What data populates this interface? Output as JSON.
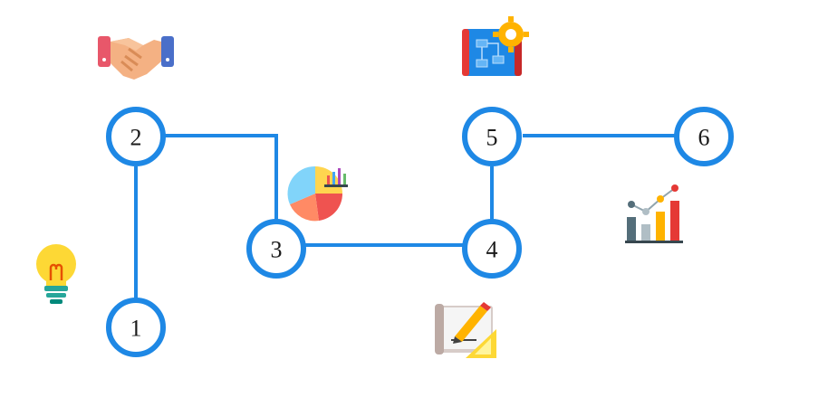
{
  "diagram": {
    "colors": {
      "line": "#1e88e5",
      "node_stroke": "#1e88e5",
      "node_fill": "#ffffff",
      "label": "#1a1a1a"
    },
    "nodes": [
      {
        "id": "1",
        "label": "1",
        "icon": "lightbulb-icon"
      },
      {
        "id": "2",
        "label": "2",
        "icon": "handshake-icon"
      },
      {
        "id": "3",
        "label": "3",
        "icon": "pie-chart-icon"
      },
      {
        "id": "4",
        "label": "4",
        "icon": "drawing-ruler-icon"
      },
      {
        "id": "5",
        "label": "5",
        "icon": "blueprint-gear-icon"
      },
      {
        "id": "6",
        "label": "6",
        "icon": "growth-chart-icon"
      }
    ],
    "edges": [
      {
        "from": "1",
        "to": "2"
      },
      {
        "from": "2",
        "to": "3"
      },
      {
        "from": "3",
        "to": "4"
      },
      {
        "from": "4",
        "to": "5"
      },
      {
        "from": "5",
        "to": "6"
      }
    ]
  }
}
